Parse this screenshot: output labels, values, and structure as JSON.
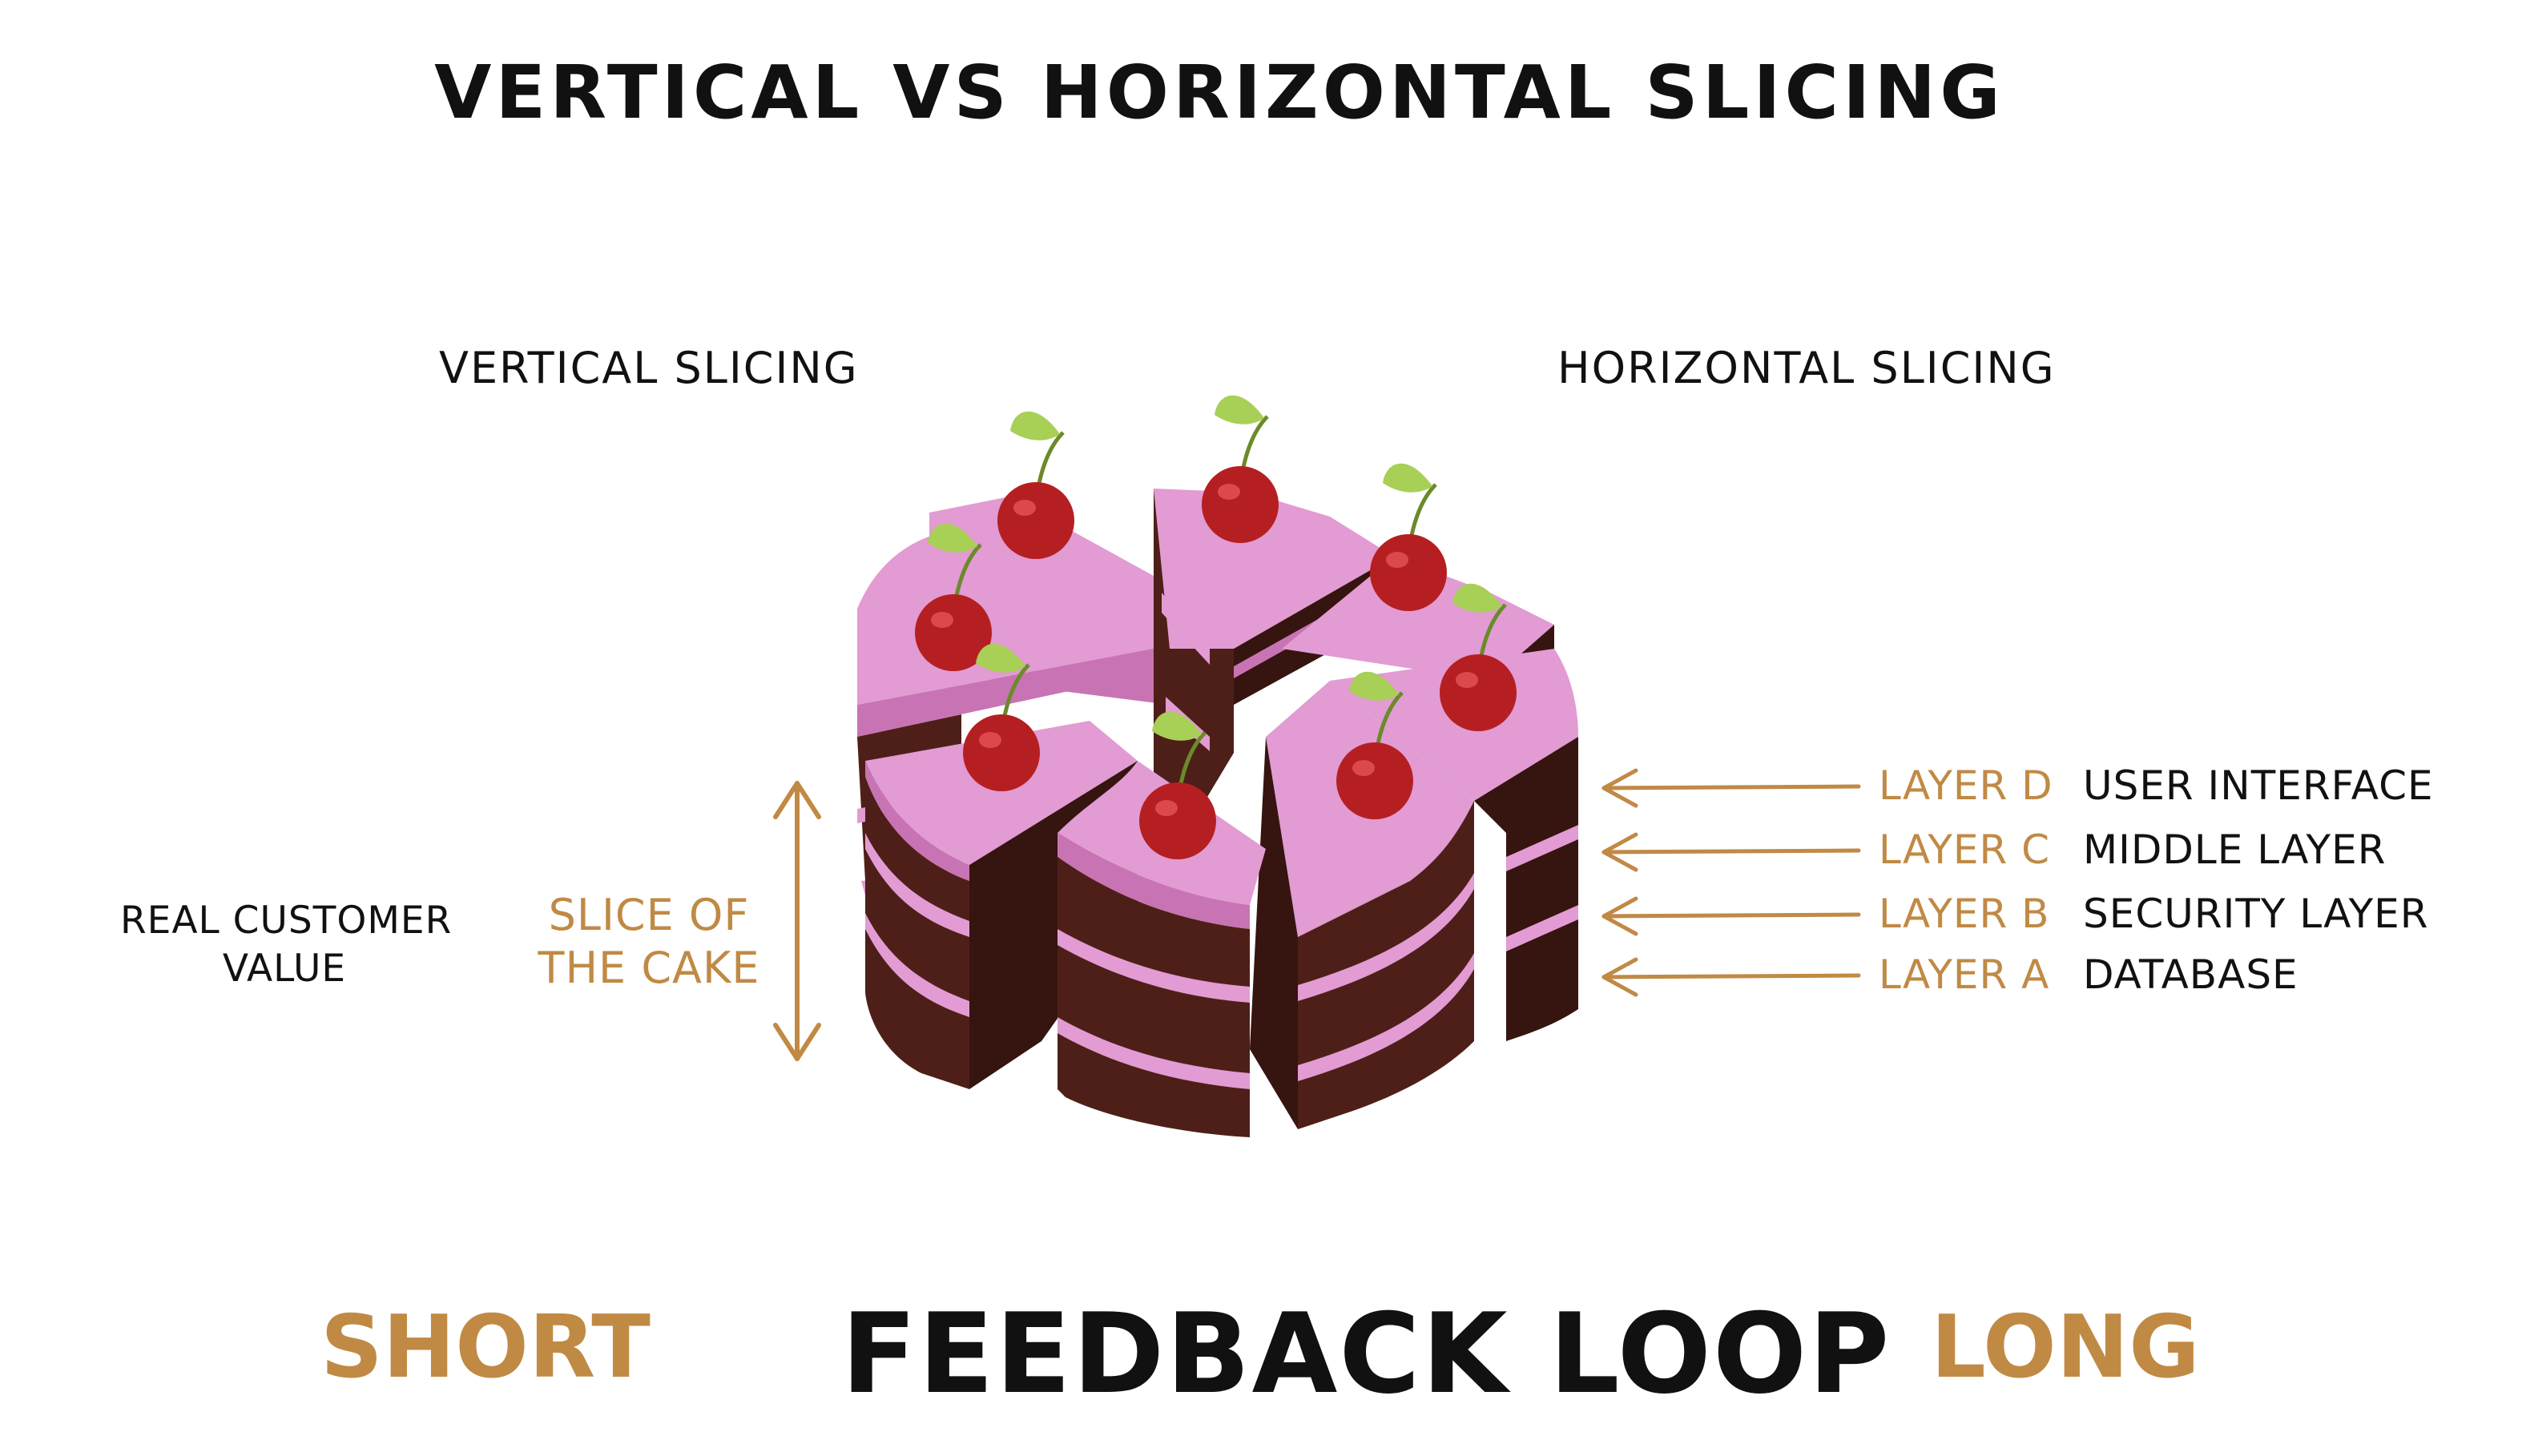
{
  "title": "VERTICAL VS HORIZONTAL SLICING",
  "vertical": {
    "heading": "VERTICAL SLICING",
    "value_label": [
      "REAL CUSTOMER",
      "VALUE"
    ],
    "slice_label": [
      "SLICE OF",
      "THE CAKE"
    ]
  },
  "horizontal": {
    "heading": "HORIZONTAL SLICING",
    "layers": [
      {
        "name": "LAYER D",
        "desc": "USER INTERFACE"
      },
      {
        "name": "LAYER C",
        "desc": "MIDDLE LAYER"
      },
      {
        "name": "LAYER B",
        "desc": "SECURITY LAYER"
      },
      {
        "name": "LAYER A",
        "desc": "DATABASE"
      }
    ]
  },
  "feedback": {
    "short": "SHORT",
    "loop": "FEEDBACK LOOP",
    "long": "LONG"
  },
  "colors": {
    "accent": "#c08a45",
    "frosting": "#e29bd3",
    "frosting_dark": "#c874b4",
    "chocolate": "#4e1f18",
    "chocolate_dark": "#361410",
    "cherry": "#b61f22",
    "leaf": "#a8cf56"
  },
  "icons": [
    "cake-illustration",
    "cherry-icon",
    "double-arrow-icon",
    "left-arrow-icon"
  ]
}
